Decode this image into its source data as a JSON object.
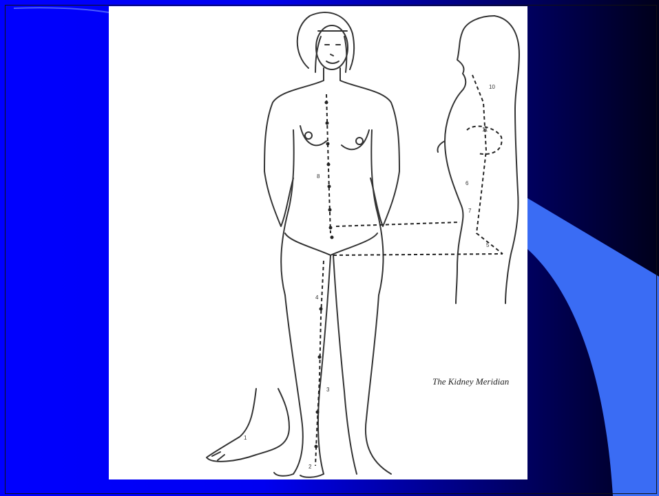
{
  "slide": {
    "background_colors": [
      "#0000ff",
      "#000066",
      "#00001a"
    ],
    "swoosh_color": "#3a6cf4"
  },
  "diagram": {
    "caption": "The Kidney Meridian",
    "point_labels": [
      "1",
      "2",
      "3",
      "4",
      "5",
      "6",
      "7",
      "8",
      "10",
      "11"
    ]
  }
}
